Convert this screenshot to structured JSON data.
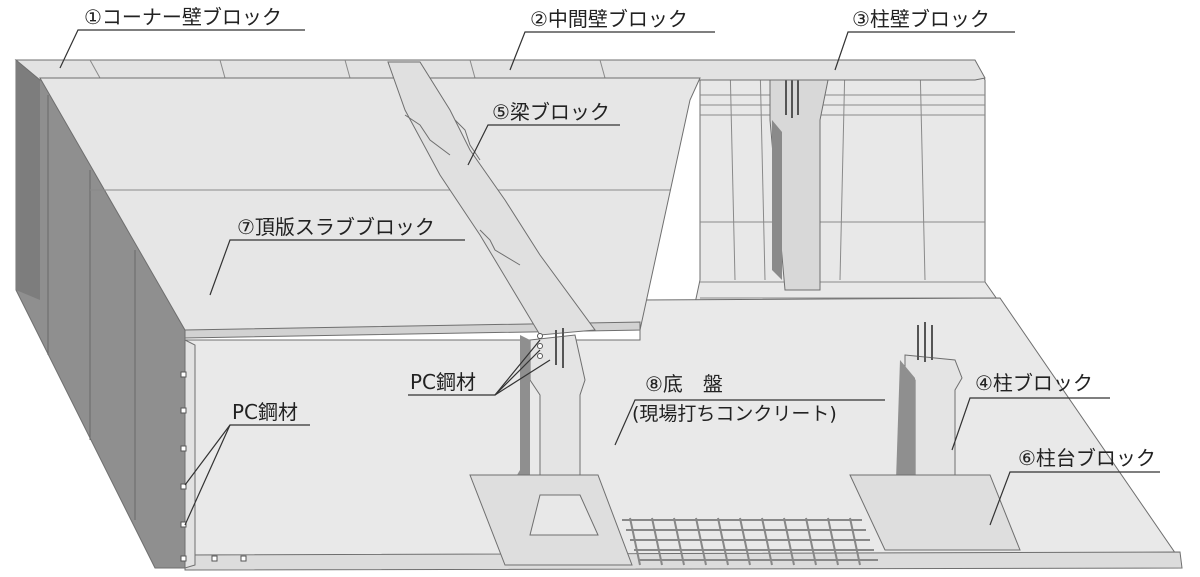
{
  "labels": {
    "corner_wall": "①コーナー壁ブロック",
    "middle_wall": "②中間壁ブロック",
    "column_wall": "③柱壁ブロック",
    "column": "④柱ブロック",
    "beam": "⑤梁ブロック",
    "column_base": "⑥柱台ブロック",
    "top_slab": "⑦頂版スラブブロック",
    "bottom_slab": "⑧底　盤",
    "bottom_slab_note": "(現場打ちコンクリート)",
    "pc_steel_left": "PC鋼材",
    "pc_steel_center": "PC鋼材"
  },
  "colors": {
    "concrete": "#e9e9e9",
    "concrete_dark": "#9a9a9a",
    "concrete_mid": "#cfcfcf",
    "outline": "#6f6f6f",
    "leader": "#333333"
  }
}
